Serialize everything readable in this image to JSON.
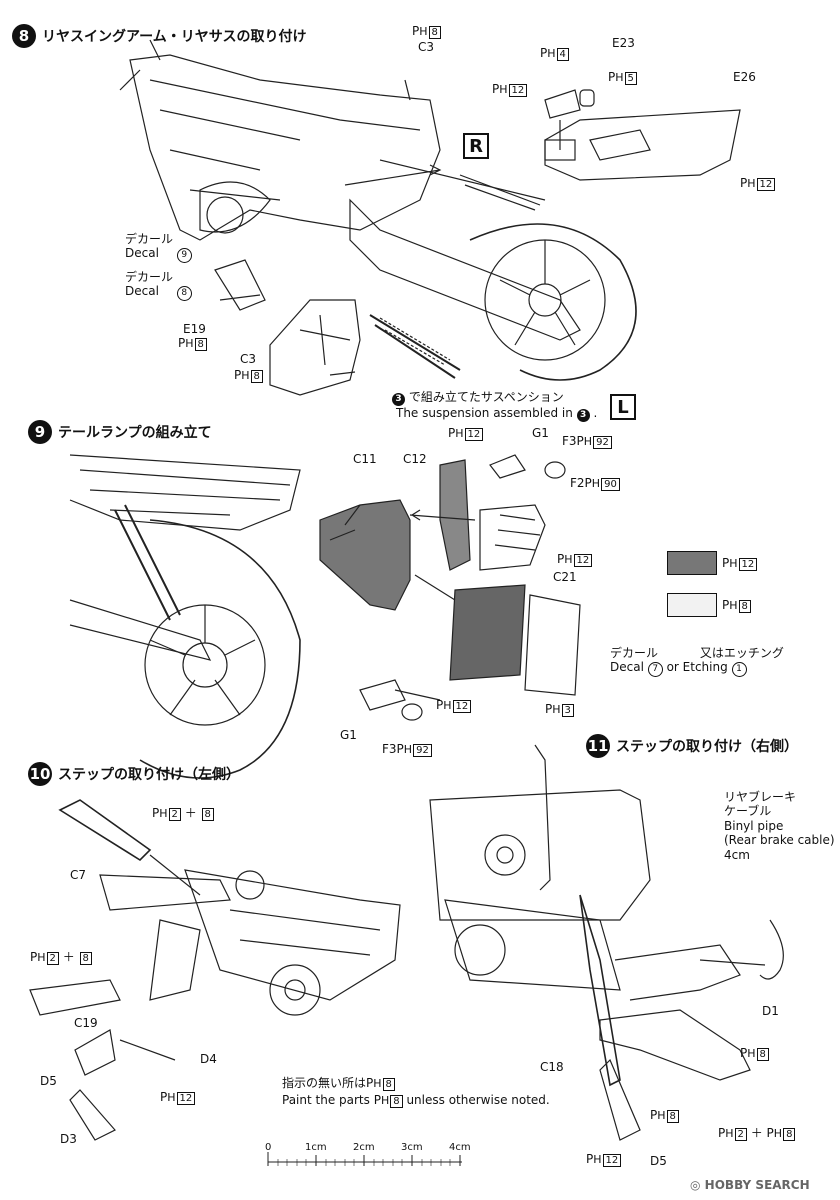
{
  "steps": {
    "s8": {
      "num": "8",
      "title": "リヤスイングアーム・リヤサスの取り付け"
    },
    "s9": {
      "num": "9",
      "title": "テールランプの組み立て"
    },
    "s10": {
      "num": "10",
      "title": "ステップの取り付け（左側）"
    },
    "s11": {
      "num": "11",
      "title": "ステップの取り付け（右側）"
    }
  },
  "ph": "P",
  "ph_sub": "H",
  "s8": {
    "c3_top": "C3",
    "c3_top_ph": "8",
    "e23": "E23",
    "e23_ph1": "4",
    "e23_ph2": "5",
    "e23_ph3": "12",
    "e26": "E26",
    "e26_ph": "12",
    "r_box": "R",
    "l_box": "L",
    "decal_jp1": "デカール",
    "decal_en1": "Decal",
    "decal_num1": "9",
    "decal_jp2": "デカール",
    "decal_en2": "Decal",
    "decal_num2": "8",
    "e19": "E19",
    "e19_ph": "8",
    "c3_bot": "C3",
    "c3_bot_ph": "8",
    "susp_num": "3",
    "susp_jp": "で組み立てたサスペンション",
    "susp_en": "The suspension assembled in",
    "susp_en_num": "3"
  },
  "s9": {
    "c11": "C11",
    "c12": "C12",
    "c12_ph": "12",
    "g1_top": "G1",
    "f3_top": "F3",
    "f3_top_ph": "92",
    "f2": "F2",
    "f2_ph": "90",
    "c21": "C21",
    "c21_ph": "12",
    "decal_jp": "デカール",
    "decal_en": "Decal",
    "decal_num": "7",
    "etch_jp": "又はエッチング",
    "etch_en": "or Etching",
    "etch_num": "1",
    "ph3": "3",
    "g1_bot": "G1",
    "g1_bot_ph": "12",
    "f3_bot": "F3",
    "f3_bot_ph": "92",
    "legend_dark_ph": "12",
    "legend_light_ph": "8"
  },
  "s10": {
    "c7": "C7",
    "c7_ph": "2",
    "c7_ph_b": "8",
    "c19_ph": "2",
    "c19_ph_b": "8",
    "c19": "C19",
    "d4": "D4",
    "d5": "D5",
    "d5_ph": "12",
    "d3": "D3",
    "note_jp": "指示の無い所は",
    "note_ph": "8",
    "note_en_a": "Paint the parts",
    "note_en_b": "unless otherwise noted."
  },
  "s11": {
    "cable_jp1": "リヤブレーキ",
    "cable_jp2": "ケーブル",
    "cable_en1": "Binyl pipe",
    "cable_en2": "(Rear brake cable)",
    "cable_len": "4cm",
    "d1": "D1",
    "c18": "C18",
    "d1_ph": "8",
    "ph2": "2",
    "ph8": "8",
    "d5_ph_a": "8",
    "d5_ph_b": "12",
    "d5": "D5"
  },
  "ruler": {
    "labels": [
      "0",
      "1cm",
      "2cm",
      "3cm",
      "4cm"
    ]
  },
  "footer": {
    "brand": "HOBBY SEARCH"
  }
}
